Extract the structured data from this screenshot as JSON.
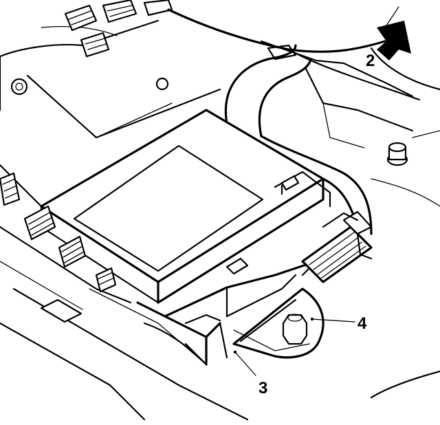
{
  "callouts": {
    "c2": "2",
    "c3": "3",
    "c4": "4"
  },
  "icons": {
    "direction_arrow": "direction-arrow-icon"
  }
}
